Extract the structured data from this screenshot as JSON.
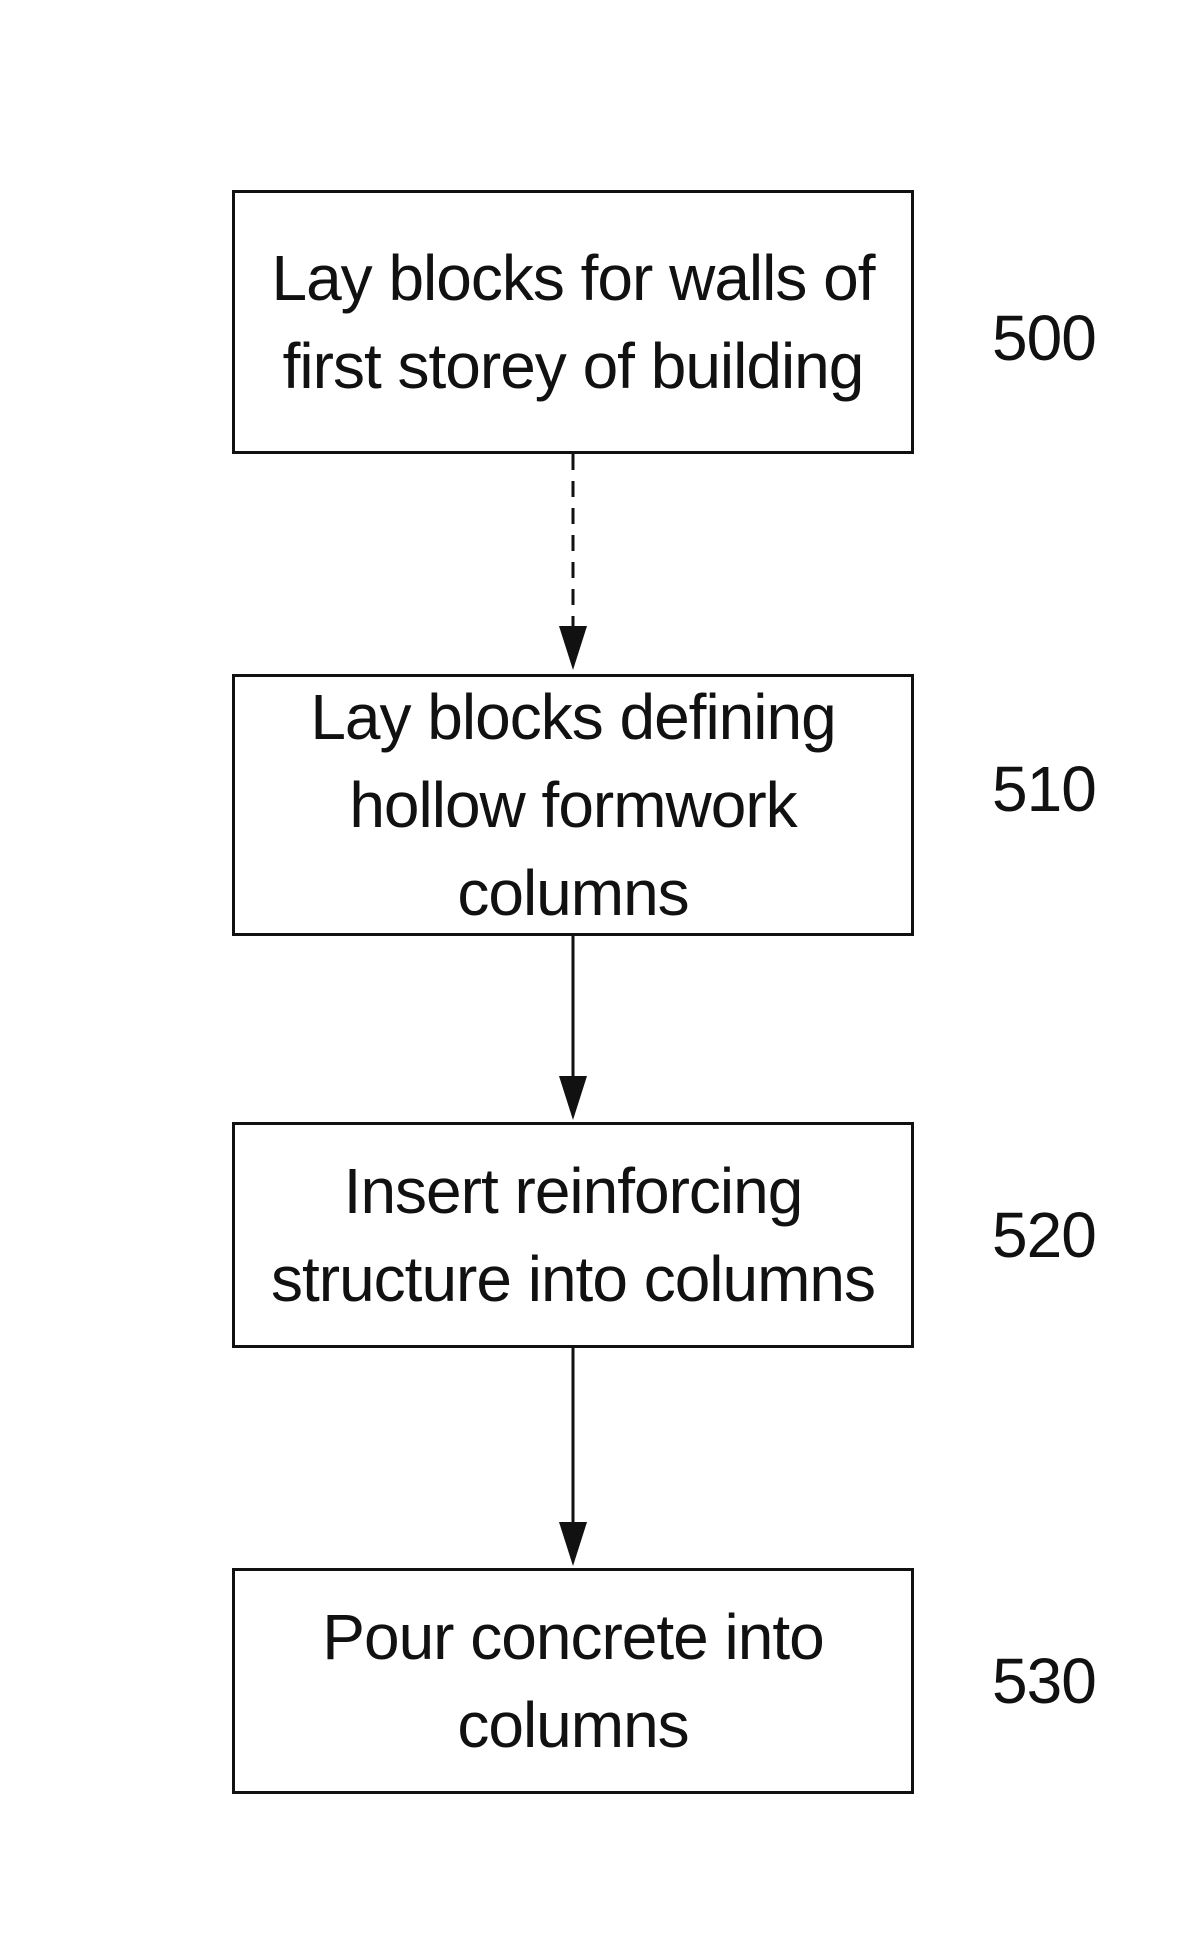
{
  "flowchart": {
    "steps": [
      {
        "ref": "500",
        "text": "Lay blocks for walls of\nfirst storey of building"
      },
      {
        "ref": "510",
        "text": "Lay blocks defining\nhollow formwork\ncolumns"
      },
      {
        "ref": "520",
        "text": "Insert reinforcing\nstructure into columns"
      },
      {
        "ref": "530",
        "text": "Pour concrete into\ncolumns"
      }
    ],
    "connectors": [
      {
        "from": "500",
        "to": "510",
        "style": "dashed"
      },
      {
        "from": "510",
        "to": "520",
        "style": "solid"
      },
      {
        "from": "520",
        "to": "530",
        "style": "solid"
      }
    ]
  }
}
